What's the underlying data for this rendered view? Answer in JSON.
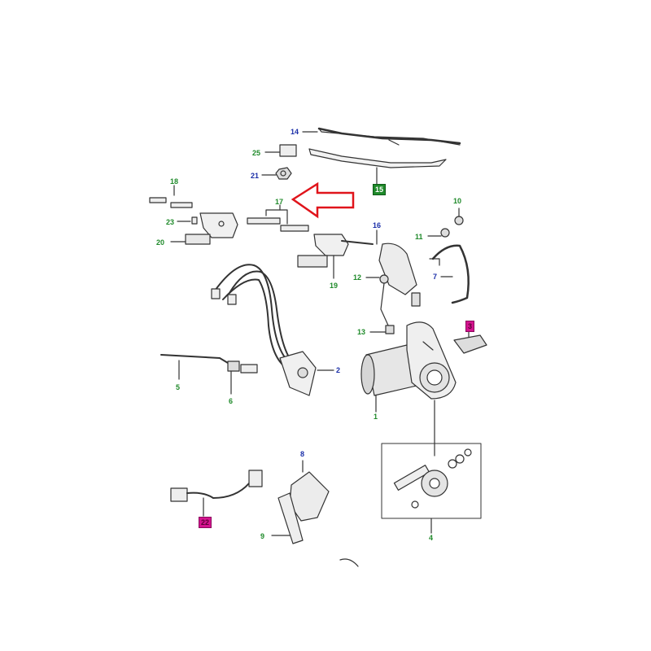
{
  "colors": {
    "label_green": "#1f8a2a",
    "label_blue": "#1a2ea8",
    "highlight_green_box": "#1f8a2a",
    "highlight_magenta_box": "#d4148f",
    "arrow_red": "#e0141b",
    "line": "#333333"
  },
  "callouts": {
    "c1": "1",
    "c2": "2",
    "c3": "3",
    "c4": "4",
    "c5": "5",
    "c6": "6",
    "c7": "7",
    "c8": "8",
    "c9": "9",
    "c10": "10",
    "c11": "11",
    "c12": "12",
    "c13": "13",
    "c14": "14",
    "c15": "15",
    "c16": "16",
    "c17": "17",
    "c18": "18",
    "c19": "19",
    "c20": "20",
    "c21": "21",
    "c22": "22",
    "c23": "23",
    "c25": "25"
  },
  "highlight_arrow": {
    "points_to": "17",
    "color": "#e0141b"
  }
}
